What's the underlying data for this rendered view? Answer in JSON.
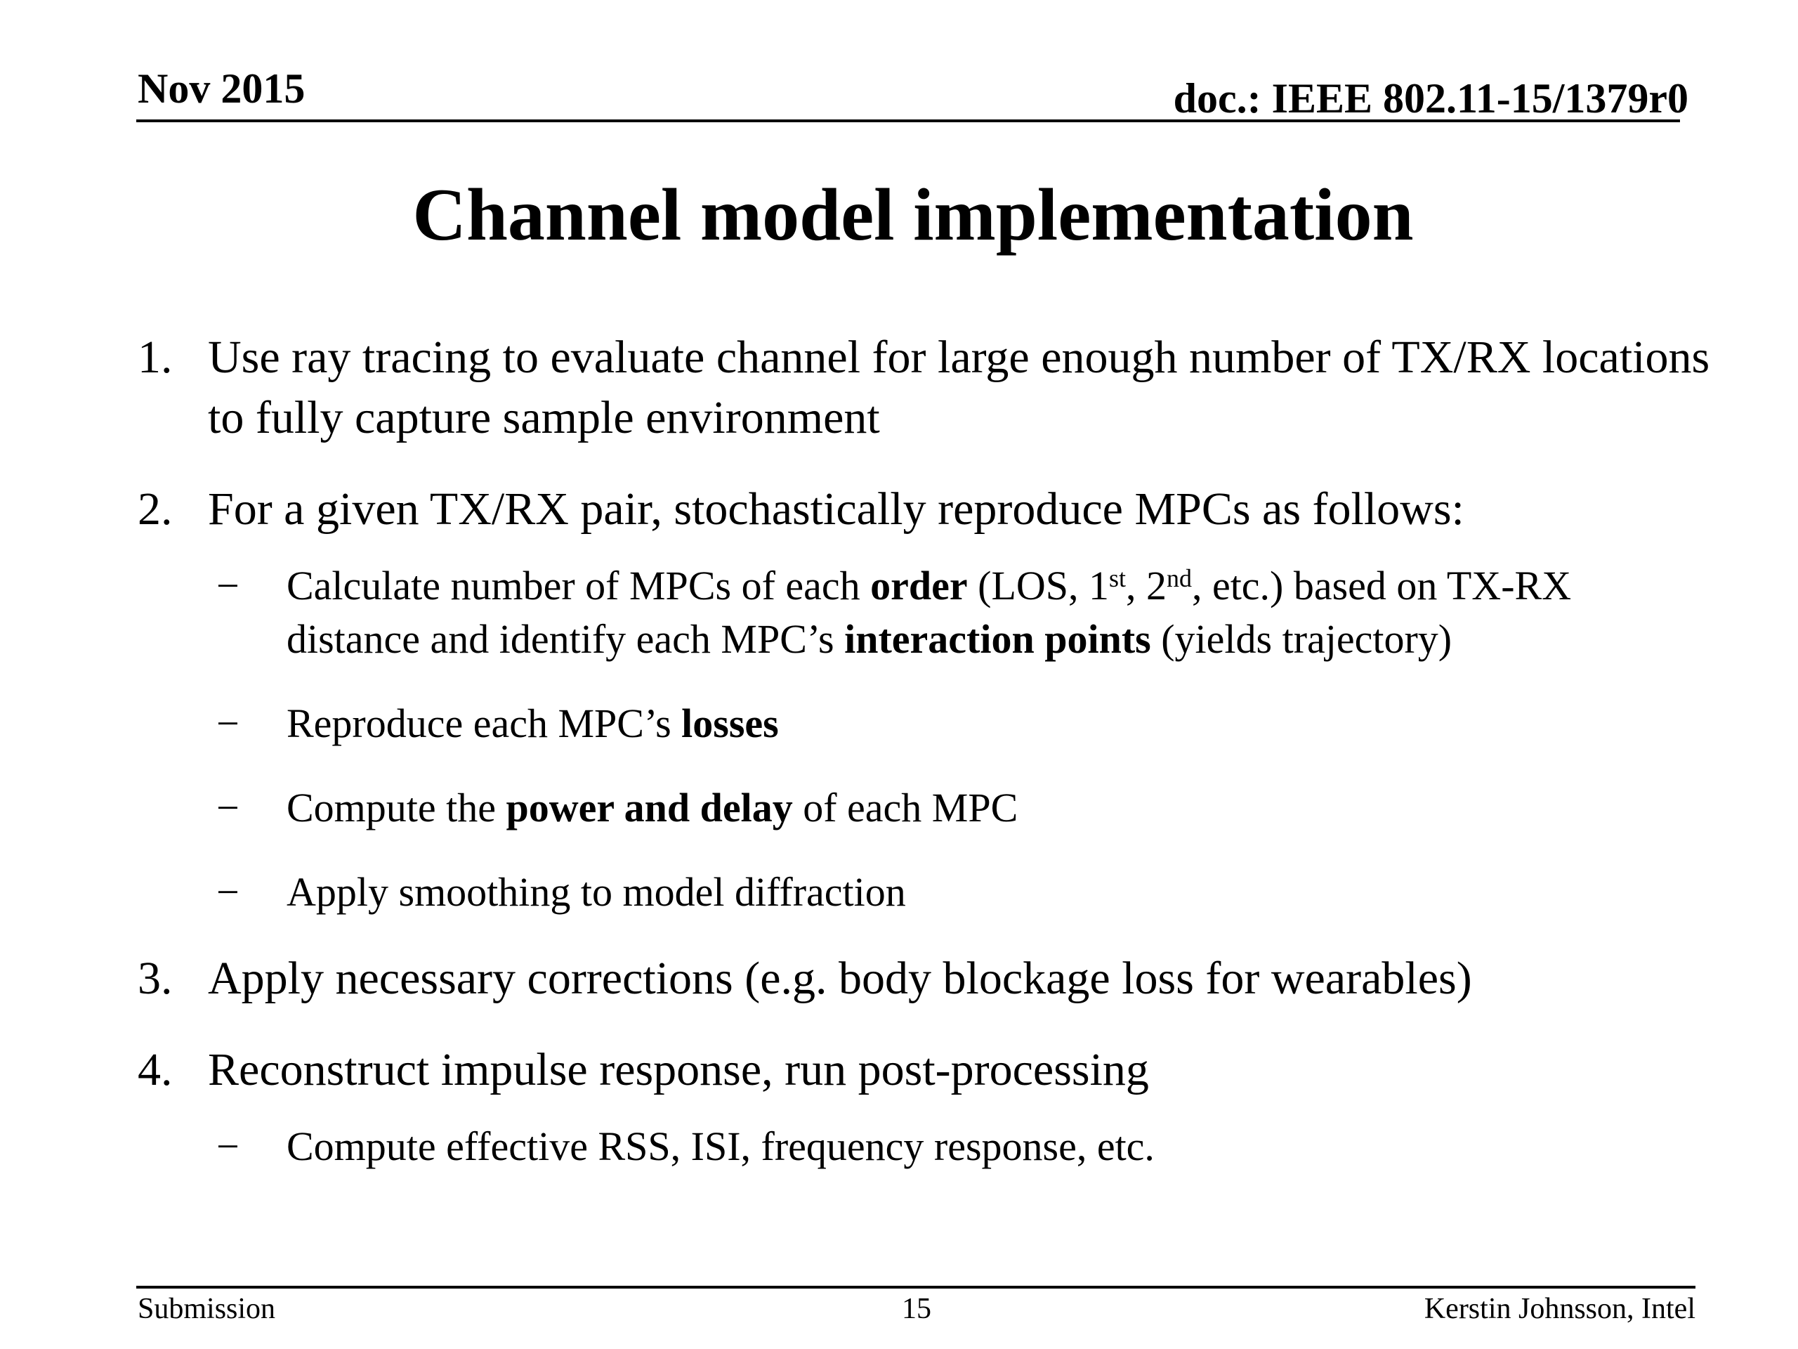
{
  "header": {
    "date": "Nov 2015",
    "doc_id": "doc.: IEEE 802.11-15/1379r0"
  },
  "title": "Channel model implementation",
  "items": [
    {
      "num": "1.",
      "text": "Use ray tracing to evaluate channel for large enough number of TX/RX locations to fully capture sample environment"
    },
    {
      "num": "2.",
      "text": "For a given TX/RX pair, stochastically reproduce MPCs as follows:",
      "subs": [
        {
          "dash": "−",
          "parts": {
            "a": "Calculate number of MPCs of each ",
            "b": "order",
            "c": " (LOS, 1",
            "d": "st",
            "e": ", 2",
            "f": "nd",
            "g": ", etc.) based on TX-RX distance and identify each MPC’s ",
            "h": "interaction points",
            "i": " (yields trajectory)"
          }
        },
        {
          "dash": "−",
          "parts": {
            "a": "Reproduce each MPC’s ",
            "b": "losses"
          }
        },
        {
          "dash": "−",
          "parts": {
            "a": "Compute the ",
            "b": "power and delay",
            "c": " of each MPC"
          }
        },
        {
          "dash": "−",
          "parts": {
            "a": "Apply smoothing to model diffraction"
          }
        }
      ]
    },
    {
      "num": "3.",
      "text": "Apply necessary corrections (e.g. body blockage loss for wearables)"
    },
    {
      "num": "4.",
      "text": "Reconstruct impulse response, run post-processing",
      "subs": [
        {
          "dash": "−",
          "parts": {
            "a": "Compute effective RSS, ISI, frequency response, etc."
          }
        }
      ]
    }
  ],
  "footer": {
    "left": "Submission",
    "page": "15",
    "right": "Kerstin Johnsson, Intel"
  }
}
